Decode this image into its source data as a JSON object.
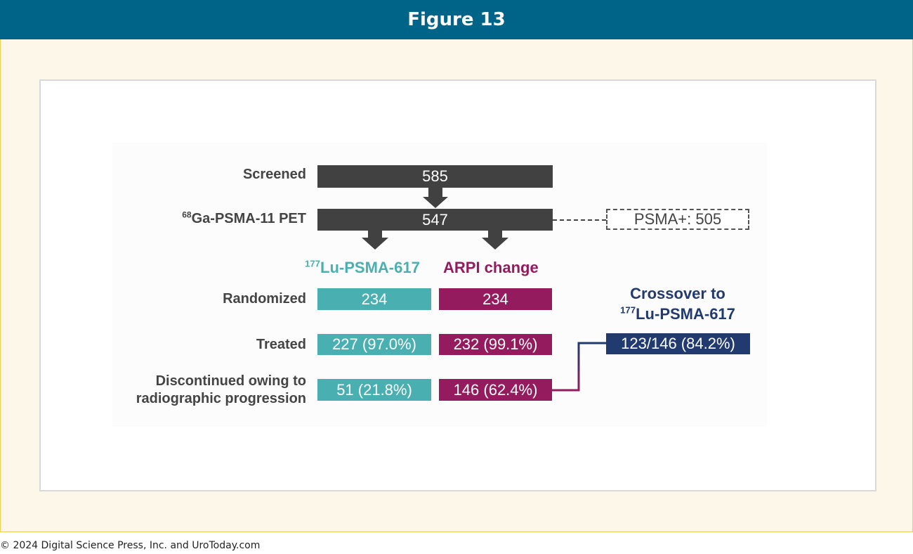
{
  "header": {
    "title": "Figure 13"
  },
  "diagram": {
    "rows": {
      "screened": {
        "label": "Screened",
        "value": "585"
      },
      "pet": {
        "label_sup": "68",
        "label": "Ga-PSMA-11 PET",
        "value": "547",
        "side_box": "PSMA+: 505"
      },
      "randomized": {
        "label": "Randomized",
        "lu": "234",
        "arpi": "234"
      },
      "treated": {
        "label": "Treated",
        "lu": "227 (97.0%)",
        "arpi": "232 (99.1%)"
      },
      "discontinued": {
        "label_line1": "Discontinued owing to",
        "label_line2": "radiographic progression",
        "lu": "51 (21.8%)",
        "arpi": "146 (62.4%)"
      }
    },
    "arms": {
      "lu": {
        "sup": "177",
        "name": "Lu-PSMA-617"
      },
      "arpi": {
        "name": "ARPI change"
      }
    },
    "crossover": {
      "title_line1": "Crossover to",
      "title_sup": "177",
      "title_line2": "Lu-PSMA-617",
      "value": "123/146 (84.2%)"
    },
    "colors": {
      "dark": "#414141",
      "teal": "#4aafb1",
      "purple": "#941b5e",
      "navy": "#213a70"
    }
  },
  "footer": {
    "copyright": "© 2024 Digital Science Press, Inc. and UroToday.com"
  }
}
